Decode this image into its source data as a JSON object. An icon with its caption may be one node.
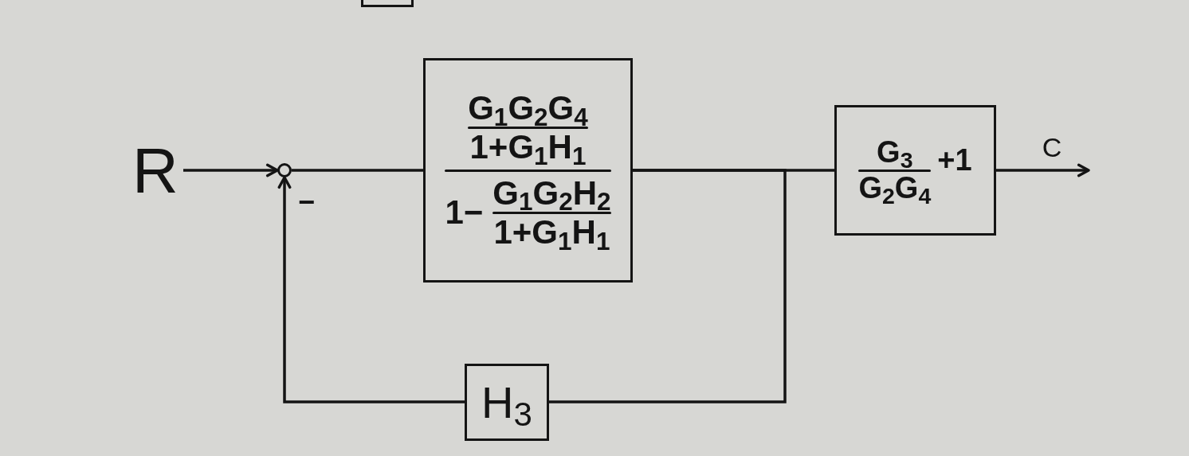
{
  "diagram": {
    "nodes": [
      {
        "text": [],
        "shape": "box"
      },
      {
        "text": [
          "R"
        ]
      },
      {
        "text": [],
        "shape": "circle",
        "beside": [
          "−"
        ]
      },
      {
        "text": [
          "G$_{1}$G$_{2}$G$_{4}$",
          "1+G$_{1}$H$_{1}$",
          "1−",
          "G$_{1}$G$_{2}$H$_{2}$",
          "1+G$_{1}$H$_{1}$"
        ]
      },
      {
        "text": [
          "G$_{3}$",
          "G$_{2}$G$_{4}$",
          "+1"
        ]
      },
      {
        "text": [
          "H$_{3}$"
        ]
      }
    ],
    "edges": [
      {
        "from": 1,
        "to": 2,
        "arrow": "to"
      },
      {
        "from": 2,
        "to": 3,
        "arrow": "none"
      },
      {
        "from": 3,
        "to": 4,
        "arrow": "none"
      },
      {
        "from": 3,
        "to": 5,
        "arrow": "none"
      },
      {
        "from": 5,
        "to": 2,
        "arrow": "to"
      },
      {
        "from": 4,
        "to": null,
        "arrow": "to",
        "label": "C"
      }
    ]
  }
}
